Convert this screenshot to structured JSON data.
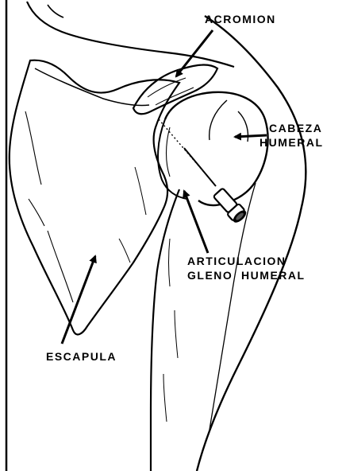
{
  "labels": {
    "acromion": "ACROMION",
    "cabeza_line1": "CABEZA",
    "cabeza_line2": "HUMERAL",
    "articulacion_line1": "ARTICULACION",
    "articulacion_line2": "GLENO  HUMERAL",
    "escapula": "ESCAPULA"
  },
  "colors": {
    "ink": "#000000",
    "background": "#ffffff"
  }
}
